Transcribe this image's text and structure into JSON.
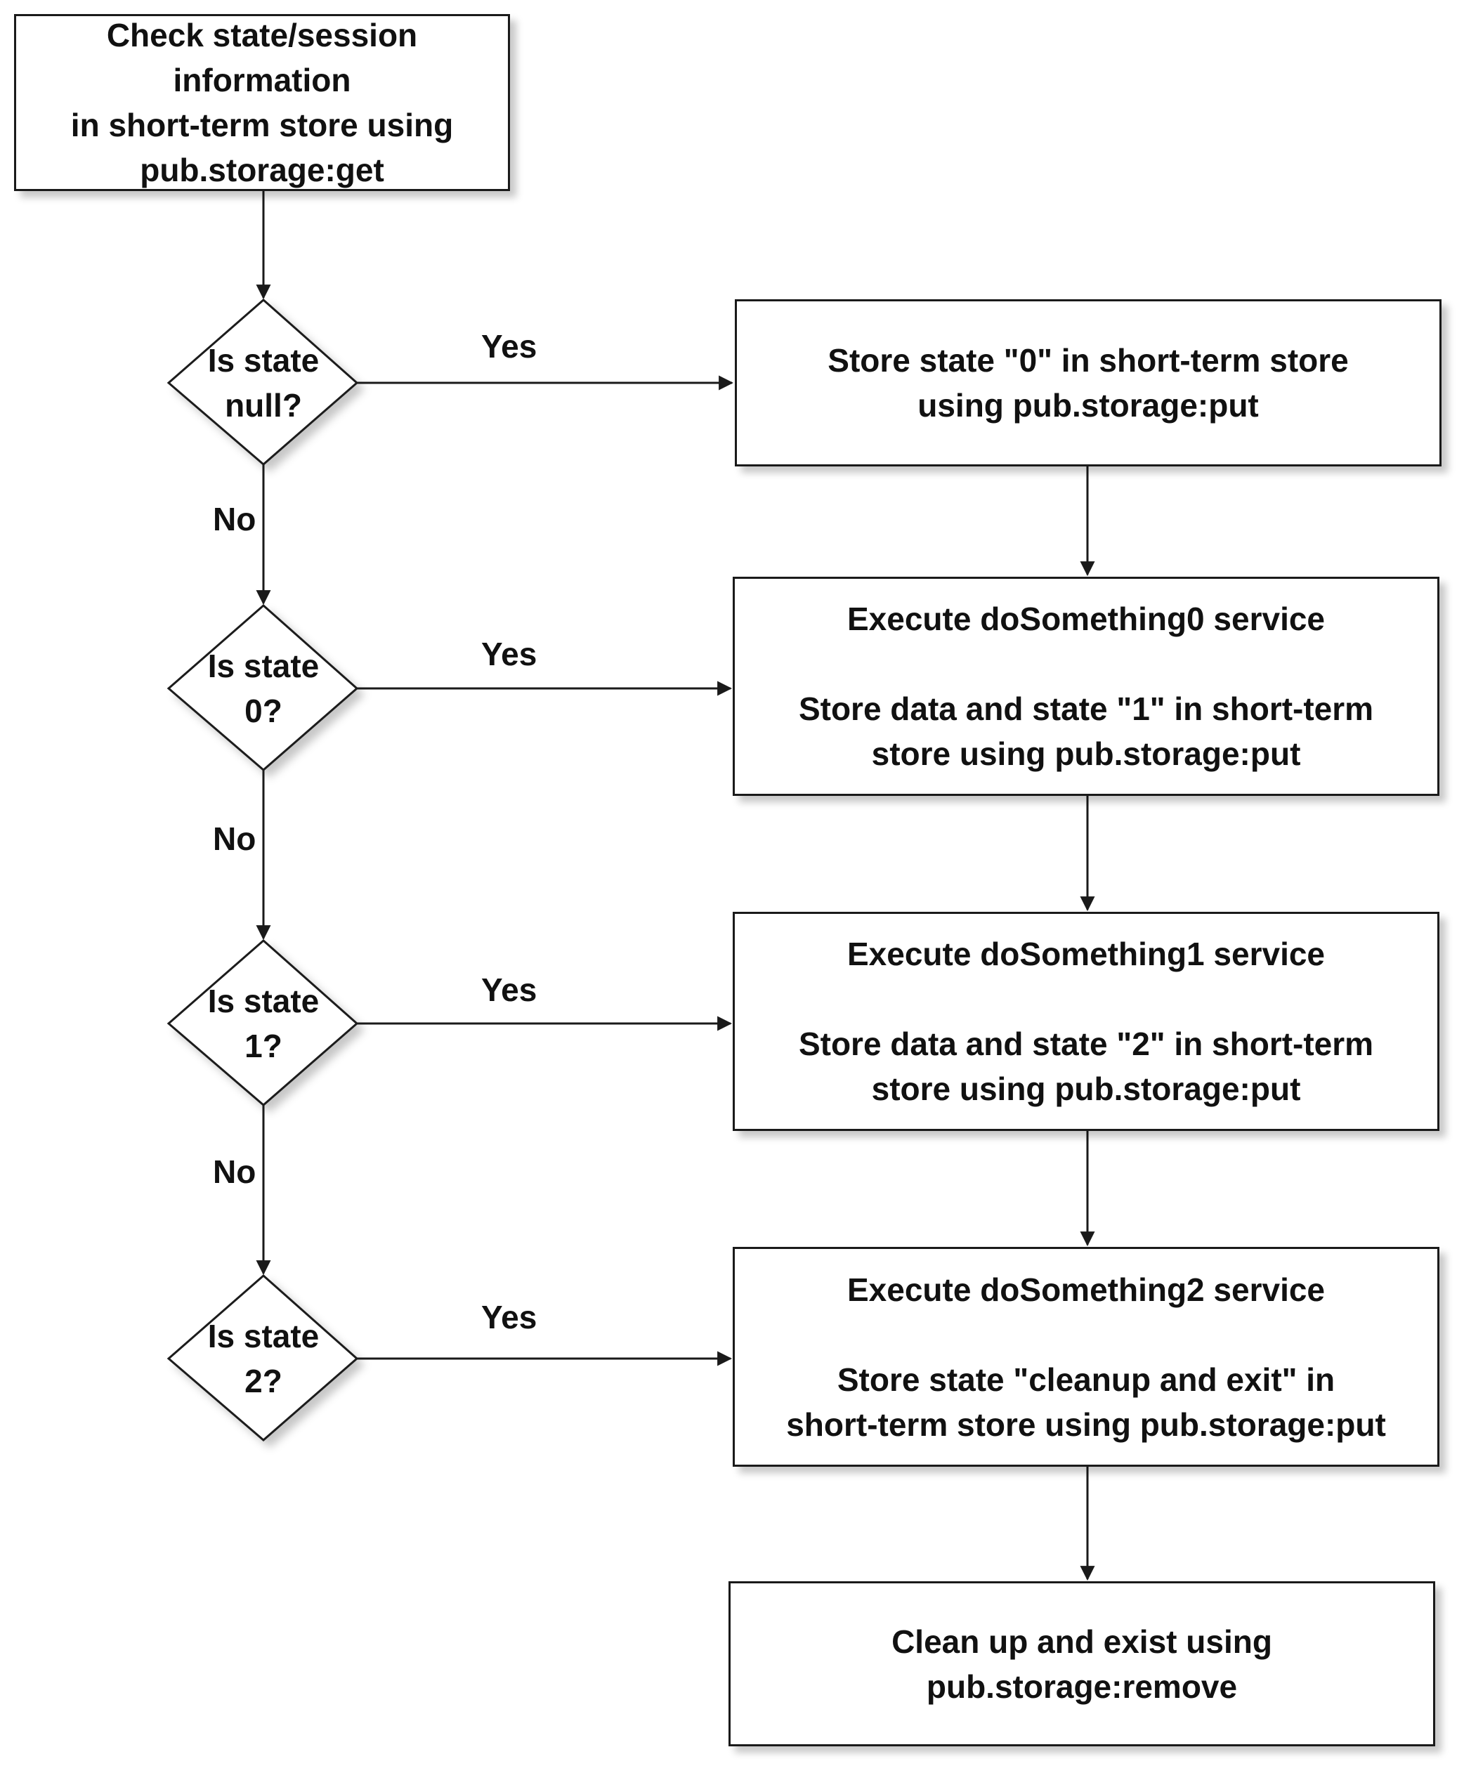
{
  "colors": {
    "stroke": "#1a1a1a",
    "fill": "#ffffff",
    "text": "#111111"
  },
  "start": {
    "lines": [
      "Check state/session information",
      "in short-term store using",
      "pub.storage:get"
    ]
  },
  "decisions": [
    {
      "lines": [
        "Is state",
        "null?"
      ],
      "yes": "Yes",
      "no": "No"
    },
    {
      "lines": [
        "Is state",
        "0?"
      ],
      "yes": "Yes",
      "no": "No"
    },
    {
      "lines": [
        "Is state",
        "1?"
      ],
      "yes": "Yes",
      "no": "No"
    },
    {
      "lines": [
        "Is state",
        "2?"
      ],
      "yes": "Yes"
    }
  ],
  "actions": [
    {
      "lines": [
        "Store state \"0\" in short-term store",
        "using pub.storage:put"
      ]
    },
    {
      "title": "Execute doSomething0 service",
      "lines": [
        "Store data and state \"1\" in short-term",
        "store using pub.storage:put"
      ]
    },
    {
      "title": "Execute doSomething1 service",
      "lines": [
        "Store data and state \"2\" in short-term",
        "store using pub.storage:put"
      ]
    },
    {
      "title": "Execute doSomething2 service",
      "lines": [
        "Store state \"cleanup and exit\" in",
        "short-term store using pub.storage:put"
      ]
    },
    {
      "lines": [
        "Clean up and exist using",
        "pub.storage:remove"
      ]
    }
  ]
}
